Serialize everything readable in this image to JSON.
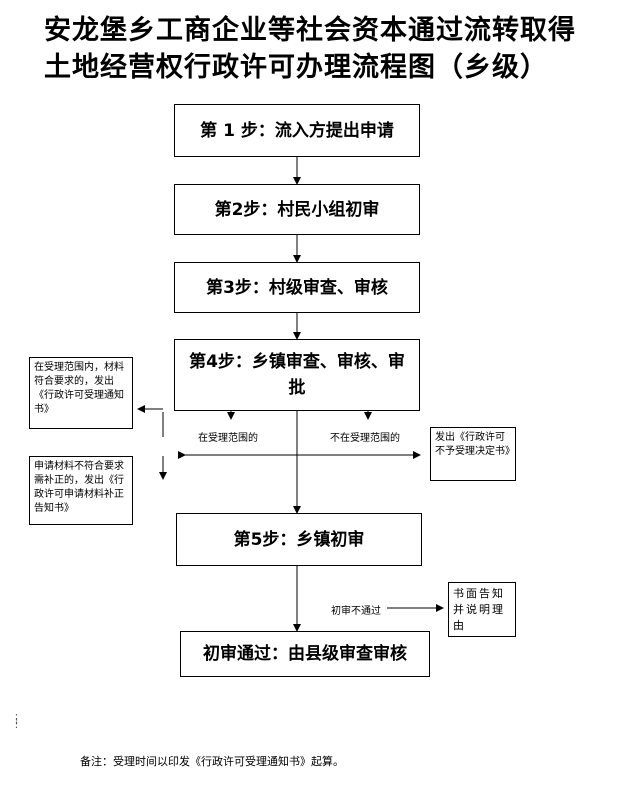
{
  "title": "安龙堡乡工商企业等社会资本通过流转取得土地经营权行政许可办理流程图（乡级）",
  "steps": {
    "s1": "第 1 步：流入方提出申请",
    "s2": "第2步：村民小组初审",
    "s3": "第3步：村级审查、审核",
    "s4": "第4步：乡镇审查、审核、审批",
    "s5": "第5步：乡镇初审",
    "final": "初审通过：由县级审查审核"
  },
  "branch_labels": {
    "in_scope": "在受理范围的",
    "out_of_scope": "不在受理范围的",
    "initial_fail": "初审不通过"
  },
  "notes": {
    "accept": "在受理范围内，材料符合要求的，发出《行政许可受理通知书》",
    "supplement": "申请材料不符合要求需补正的，发出《行政许可申请材料补正告知书》",
    "reject": "发出《行政许可不予受理决定书》",
    "written": "书面告知并说明理由"
  },
  "footer": "备注：受理时间以印发《行政许可受理通知书》起算。",
  "handle_icon": "drag-handle-icon"
}
